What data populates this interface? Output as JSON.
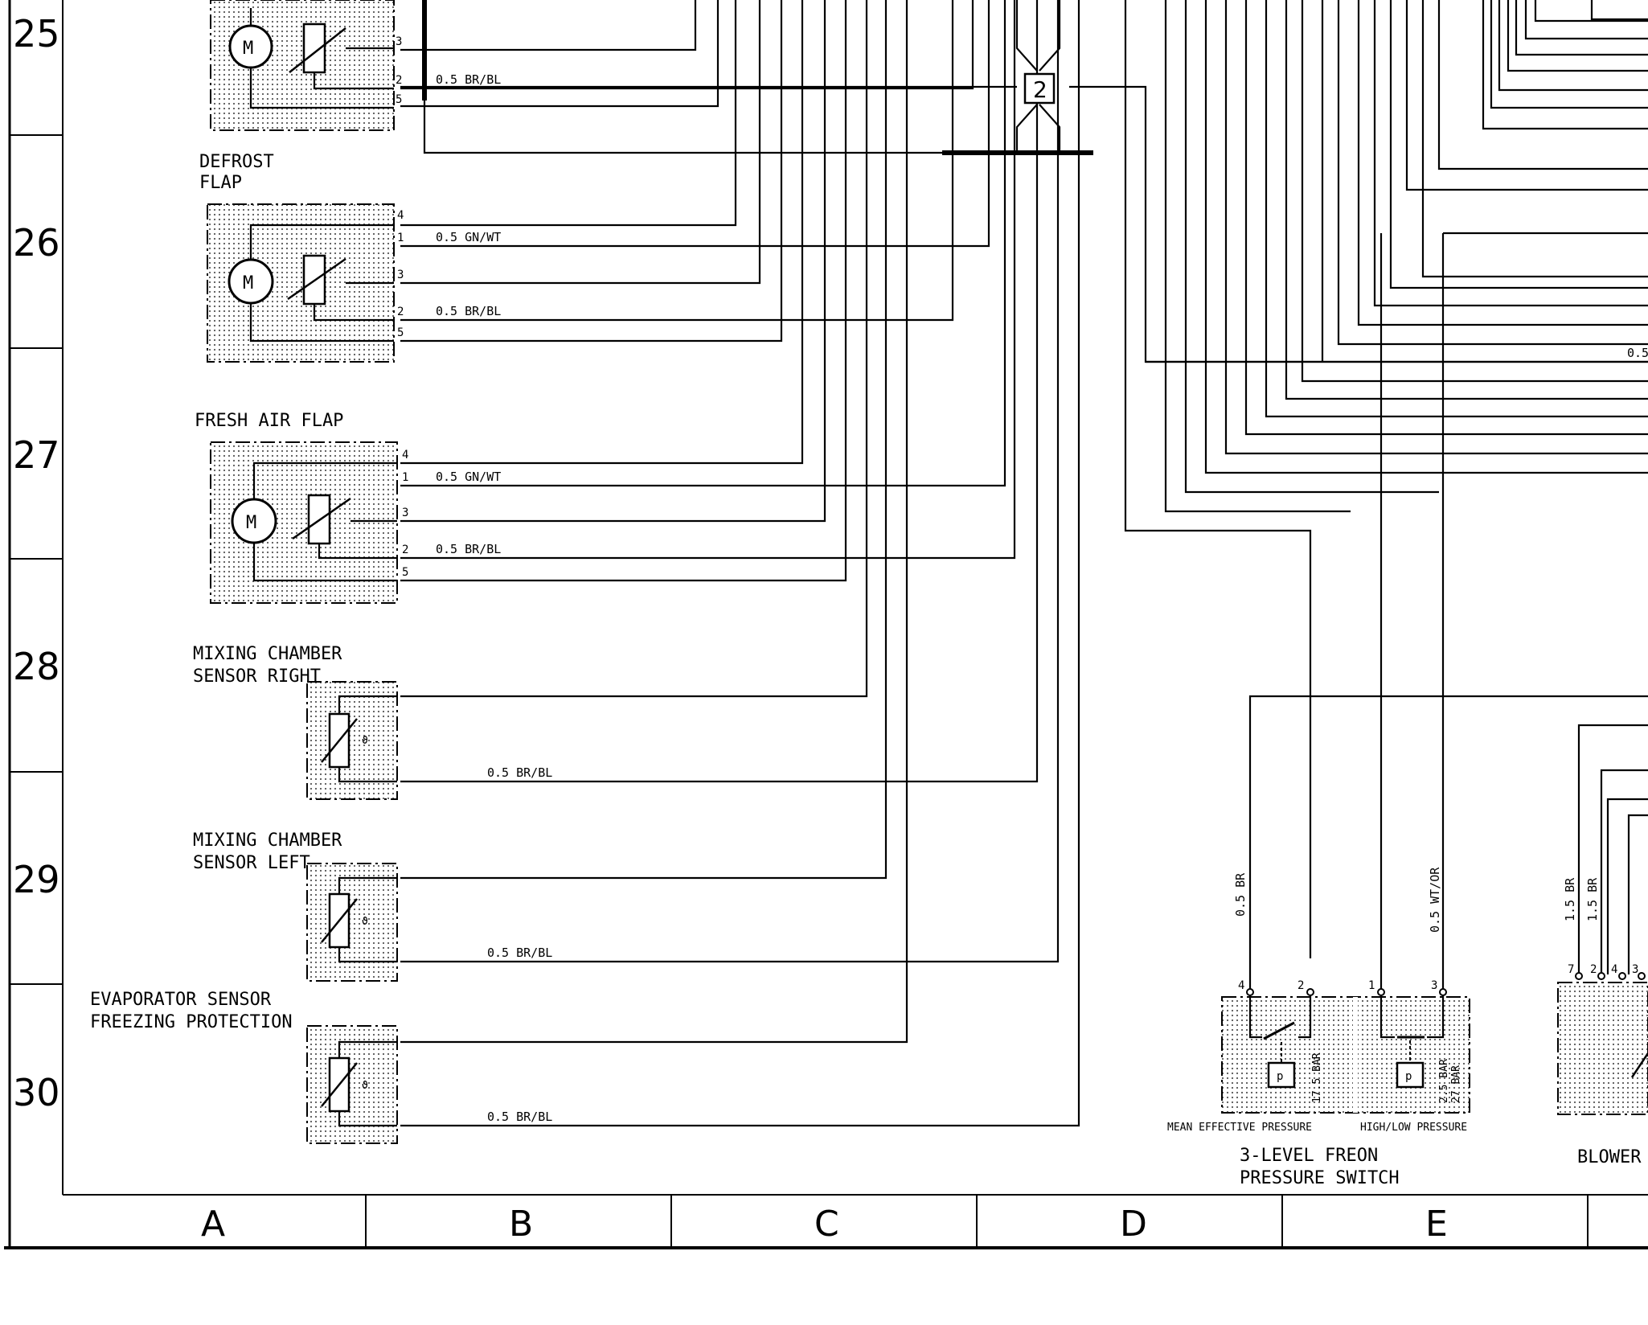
{
  "row_numbers": [
    "25",
    "26",
    "27",
    "28",
    "29",
    "30"
  ],
  "column_letters": [
    "A",
    "B",
    "C",
    "D",
    "E"
  ],
  "components": {
    "defrost_flap": "DEFROST\nFLAP",
    "fresh_air_flap": "FRESH AIR FLAP",
    "mixing_right": [
      "MIXING CHAMBER",
      "SENSOR RIGHT"
    ],
    "mixing_left": [
      "MIXING CHAMBER",
      "SENSOR LEFT"
    ],
    "evaporator": [
      "EVAPORATOR SENSOR",
      "FREEZING PROTECTION"
    ],
    "pressure_switch": [
      "3-LEVEL FREON",
      "PRESSURE SWITCH"
    ],
    "mean_effective": "MEAN EFFECTIVE PRESSURE",
    "high_low": "HIGH/LOW PRESSURE",
    "blower": "BLOWER",
    "motor_symbol": "M",
    "pressure_symbol": "p",
    "connector_id": "2"
  },
  "wire_labels": {
    "gn_wt": "0.5 GN/WT",
    "br_bl": "0.5 BR/BL",
    "br": "0.5 BR",
    "wt_or": "0.5 WT/OR",
    "br_15": "1.5 BR",
    "partial_05": "0.5",
    "bar_175": "17.5 BAR",
    "bar_25": "2.5 BAR",
    "bar_27": "27 BAR"
  },
  "pin_numbers": [
    "4",
    "1",
    "3",
    "2",
    "5"
  ],
  "switch_pins": [
    "4",
    "2",
    "1",
    "3"
  ],
  "blower_pins": [
    "7",
    "2",
    "4",
    "3"
  ]
}
